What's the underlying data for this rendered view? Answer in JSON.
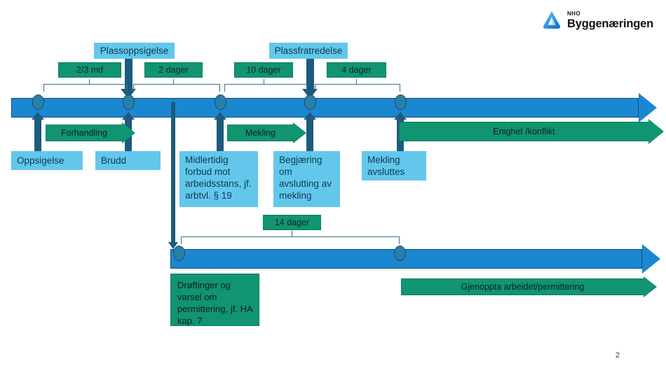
{
  "logo": {
    "small": "NHO",
    "name": "Byggenæringen",
    "icon": "nho-triangle-icon"
  },
  "page_number": "2",
  "colors": {
    "bar_blue": "#1C87D1",
    "label_blue": "#63C7EC",
    "green": "#119472",
    "dark_teal": "#1C5B7E",
    "node": "#2A7FA8"
  },
  "top_labels": [
    {
      "name": "plassoppsigelse",
      "text": "Plassoppsigelse"
    },
    {
      "name": "plassfratredelse",
      "text": "Plassfratredelse"
    }
  ],
  "durations": [
    {
      "name": "duration-2-3-md",
      "text": "2/3 md"
    },
    {
      "name": "duration-2-dager",
      "text": "2 dager"
    },
    {
      "name": "duration-10-dager",
      "text": "10 dager"
    },
    {
      "name": "duration-4-dager",
      "text": "4 dager"
    },
    {
      "name": "duration-14-dager",
      "text": "14 dager"
    }
  ],
  "event_labels": [
    {
      "name": "oppsigelse",
      "text": "Oppsigelse"
    },
    {
      "name": "brudd",
      "text": "Brudd"
    },
    {
      "name": "midlertidig-forbud",
      "text": "Midlertidig forbud mot arbeidsstans, jf. arbtvl. § 19"
    },
    {
      "name": "begjaering-avslutting",
      "text": "Begjæring om avslutting av mekling"
    },
    {
      "name": "mekling-avsluttes",
      "text": "Mekling avsluttes"
    }
  ],
  "process_arrows": [
    {
      "name": "forhandling",
      "text": "Forhandling"
    },
    {
      "name": "mekling",
      "text": "Mekling"
    },
    {
      "name": "enighet-konflikt",
      "text": "Enighet /konflikt"
    },
    {
      "name": "gjenoppta-arbeidet",
      "text": "Gjenoppta arbeidet/permittering"
    }
  ],
  "bottom_box": {
    "name": "droftinger-permittering",
    "text": "Drøftinger og varsel om permittering, jf. HA kap. 7"
  }
}
